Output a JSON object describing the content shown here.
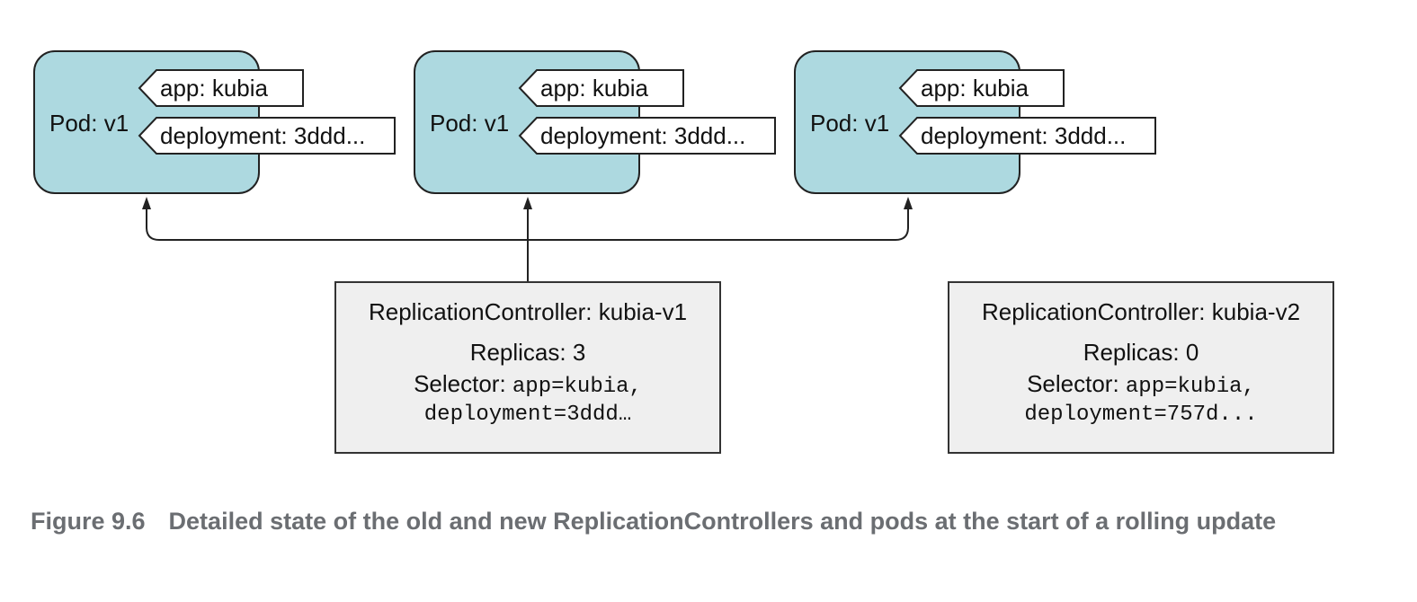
{
  "pods": [
    {
      "label": "Pod: v1",
      "tags": [
        "app: kubia",
        "deployment: 3ddd..."
      ]
    },
    {
      "label": "Pod: v1",
      "tags": [
        "app: kubia",
        "deployment: 3ddd..."
      ]
    },
    {
      "label": "Pod: v1",
      "tags": [
        "app: kubia",
        "deployment: 3ddd..."
      ]
    }
  ],
  "controllers": [
    {
      "title": "ReplicationController: kubia-v1",
      "replicas": "Replicas: 3",
      "selector_label": "Selector:",
      "selector_value": "app=kubia,",
      "selector_value2": "deployment=3ddd…"
    },
    {
      "title": "ReplicationController: kubia-v2",
      "replicas": "Replicas: 0",
      "selector_label": "Selector:",
      "selector_value": "app=kubia,",
      "selector_value2": "deployment=757d..."
    }
  ],
  "caption": {
    "figure": "Figure 9.6",
    "text": "Detailed state of the old and new ReplicationControllers and pods at the start of a rolling update"
  },
  "colors": {
    "pod_fill": "#add9e0",
    "controller_fill": "#efefef",
    "caption": "#6b6e72"
  }
}
